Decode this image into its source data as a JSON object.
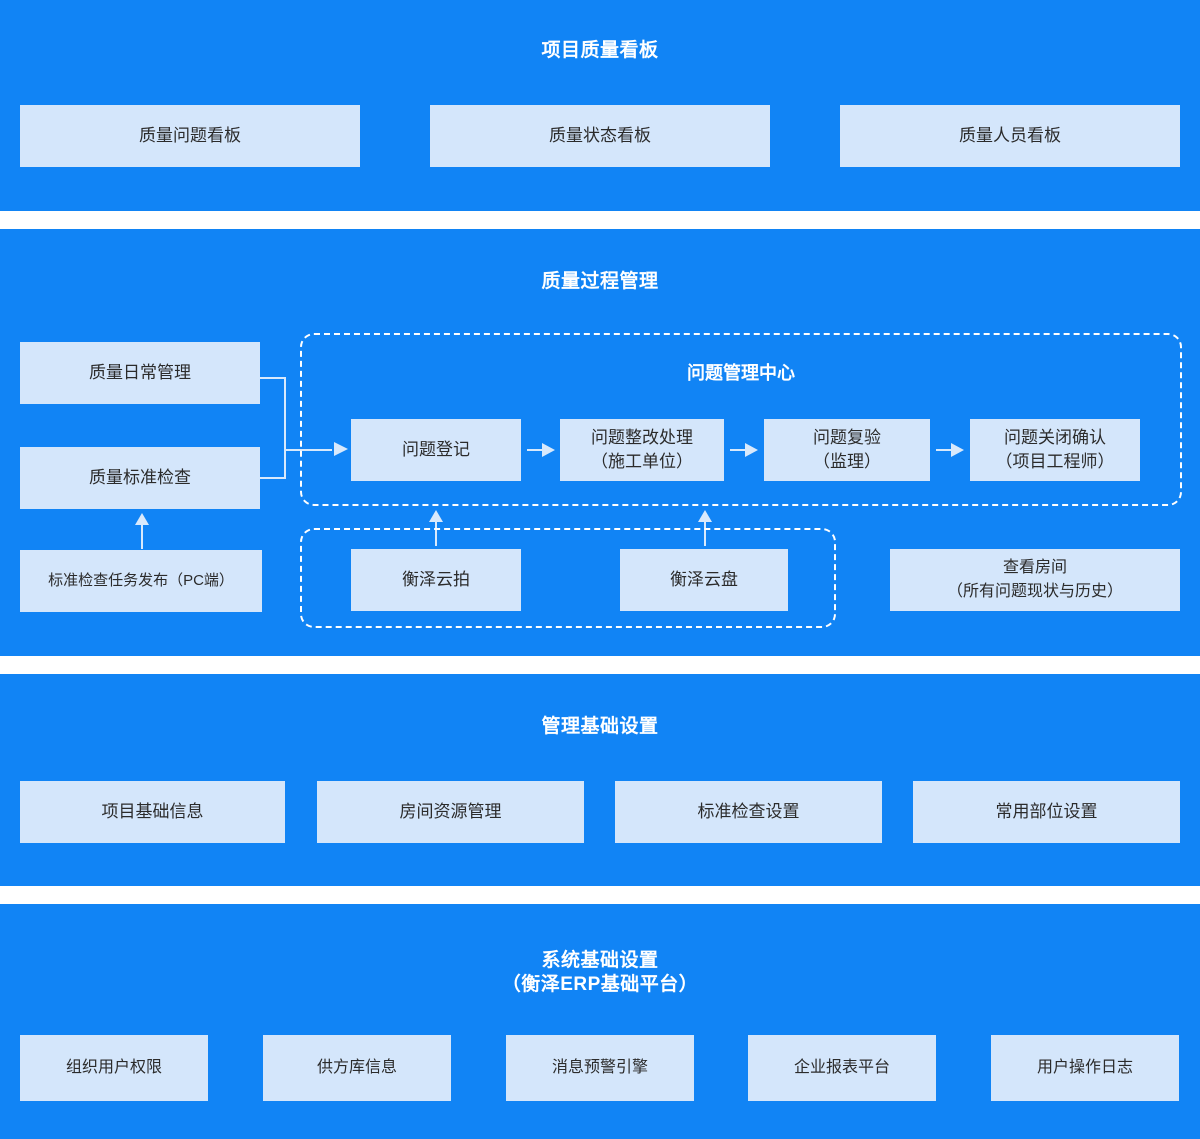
{
  "colors": {
    "band_blue": "#1184F5",
    "tile_blue": "#D4E6FB",
    "title_white": "#FFFFFF",
    "connector": "#D8E9FC",
    "tile_text": "#2B2B2B"
  },
  "sections": {
    "kanban": {
      "title": "项目质量看板",
      "tiles": [
        {
          "label": "质量问题看板"
        },
        {
          "label": "质量状态看板"
        },
        {
          "label": "质量人员看板"
        }
      ]
    },
    "process": {
      "title": "质量过程管理",
      "left_tiles": [
        {
          "label": "质量日常管理"
        },
        {
          "label": "质量标准检查"
        },
        {
          "label": "标准检查任务发布（PC端）"
        }
      ],
      "issue_center": {
        "title": "问题管理中心",
        "steps": [
          {
            "label": "问题登记"
          },
          {
            "label": "问题整改处理\n（施工单位）",
            "line1": "问题整改处理",
            "line2": "（施工单位）"
          },
          {
            "label": "问题复验\n（监理）",
            "line1": "问题复验",
            "line2": "（监理）"
          },
          {
            "label": "问题关闭确认\n（项目工程师）",
            "line1": "问题关闭确认",
            "line2": "（项目工程师）"
          }
        ],
        "arrows": [
          "→",
          "→",
          "→"
        ]
      },
      "cloud_group": {
        "tiles": [
          {
            "label": "衡泽云拍"
          },
          {
            "label": "衡泽云盘"
          }
        ]
      },
      "room_tile": {
        "line1": "查看房间",
        "line2": "（所有问题现状与历史）"
      }
    },
    "management": {
      "title": "管理基础设置",
      "tiles": [
        {
          "label": "项目基础信息"
        },
        {
          "label": "房间资源管理"
        },
        {
          "label": "标准检查设置"
        },
        {
          "label": "常用部位设置"
        }
      ]
    },
    "system": {
      "title_line1": "系统基础设置",
      "title_line2": "（衡泽ERP基础平台）",
      "tiles": [
        {
          "label": "组织用户权限"
        },
        {
          "label": "供方库信息"
        },
        {
          "label": "消息预警引擎"
        },
        {
          "label": "企业报表平台"
        },
        {
          "label": "用户操作日志"
        }
      ]
    }
  }
}
